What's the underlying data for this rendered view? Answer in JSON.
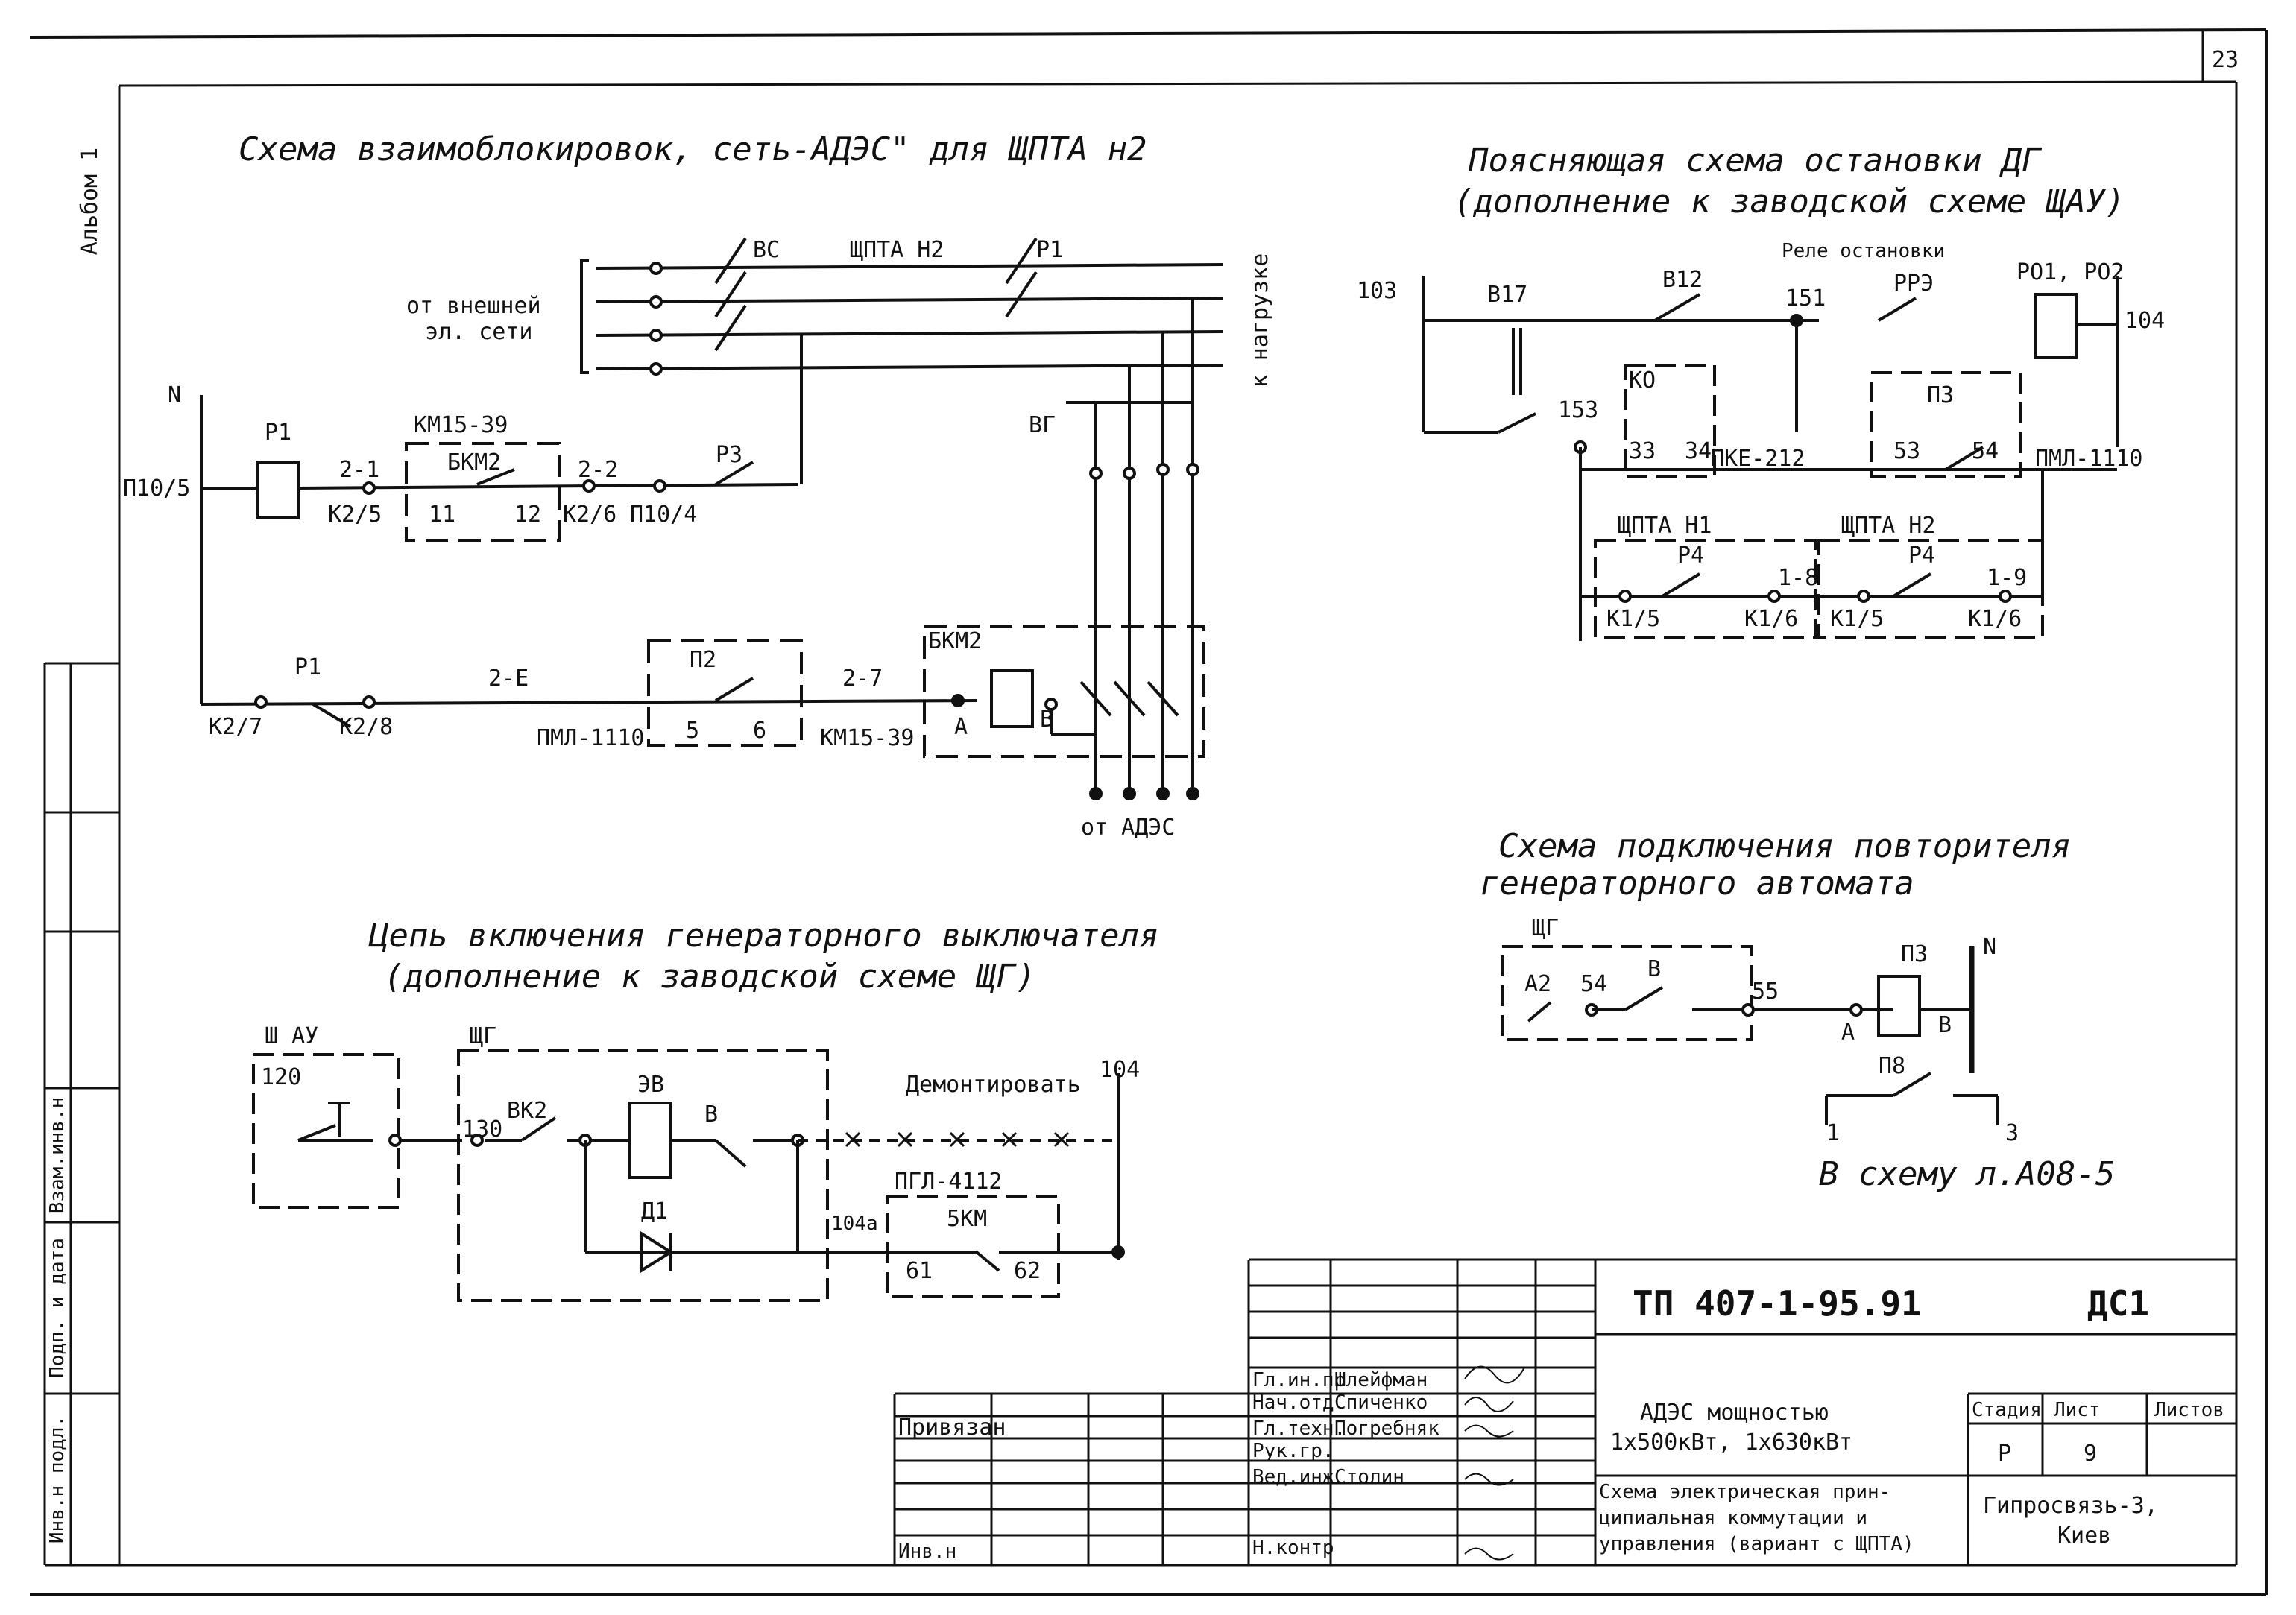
{
  "sheet": {
    "page_number": "23",
    "album": "Альбом 1",
    "side_fields": [
      "Инв.н подл.",
      "Подп. и дата",
      "Взам.инв.н"
    ]
  },
  "diagram1": {
    "title": "Схема взаимоблокировок, сеть-АДЭС\" для ЩПТА н2",
    "source_label_1": "от внешней",
    "source_label_2": "эл. сети",
    "load_label": "к нагрузке",
    "labels": {
      "vs": "ВС",
      "shpta2": "ЩПТА Н2",
      "p1_top": "Р1",
      "vg": "ВГ",
      "n": "N",
      "p1": "Р1",
      "km": "КМ15-39",
      "bkm2": "БКМ2",
      "w21": "2-1",
      "w22": "2-2",
      "p3": "Р3",
      "p105": "П10/5",
      "k25": "К2/5",
      "c11": "11",
      "c12": "12",
      "k26": "К2/6",
      "p104": "П10/4",
      "p1b": "Р1",
      "w26": "2-Е",
      "p2": "П2",
      "w27": "2-7",
      "bkm2b": "БКМ2",
      "k27": "К2/7",
      "k28": "К2/8",
      "c5": "5",
      "c6": "6",
      "pml": "ПМЛ-1110",
      "km2": "КМ15-39",
      "a": "А",
      "b": "В",
      "adesc": "от АДЭС"
    }
  },
  "diagram2": {
    "title_1": "Поясняющая схема остановки ДГ",
    "title_2": "(дополнение к заводской схеме ЩАУ)",
    "labels": {
      "n103": "103",
      "b17": "В17",
      "b12": "В12",
      "relay": "Реле остановки",
      "n151": "151",
      "po1": "РО1, РО2",
      "n104": "104",
      "prp": "РРЭ",
      "ko": "КО",
      "n153": "153",
      "c33": "33",
      "c34": "34",
      "pke": "ПКЕ-212",
      "p3": "П3",
      "c53": "53",
      "c54": "54",
      "pml": "ПМЛ-1110",
      "shpta1": "ЩПТА Н1",
      "shpta2": "ЩПТА Н2",
      "p4a": "Р4",
      "p4b": "Р4",
      "k15a": "К1/5",
      "w18": "1-8",
      "k16a": "К1/6",
      "k15b": "К1/5",
      "w19": "1-9",
      "k16b": "К1/6"
    }
  },
  "diagram3": {
    "title_1": "Схема подключения повторителя",
    "title_2": "генераторного автомата",
    "labels": {
      "shg": "ЩГ",
      "a2": "А2",
      "c54": "54",
      "b": "В",
      "c55": "55",
      "pb": "П3",
      "a": "А",
      "bb": "В",
      "n": "N",
      "pb2": "П8",
      "c1": "1",
      "c3": "3",
      "ref": "В схему л.А08-5"
    }
  },
  "diagram4": {
    "title_1": "Цепь включения генераторного выключателя",
    "title_2": "(дополнение к заводской схеме ЩГ)",
    "labels": {
      "shau": "Ш АУ",
      "c120": "120",
      "shg": "ЩГ",
      "c130": "130",
      "vk2": "ВК2",
      "eb": "ЭВ",
      "b": "В",
      "demont": "Демонтировать",
      "n104": "104",
      "pml": "ПГЛ-4112",
      "bkm": "5КМ",
      "c104a": "104а",
      "c61": "61",
      "c62": "62",
      "d1": "Д1"
    }
  },
  "title_block": {
    "doc_code": "ТП 407-1-95.91",
    "sheet_mark": "ДС1",
    "project_1": "АДЭС мощностью",
    "project_2": "1x500кВт, 1x630кВт",
    "drawing_1": "Схема электрическая прин-",
    "drawing_2": "ципиальная коммутации и",
    "drawing_3": "управления (вариант с ЩПТА)",
    "stage_h": "Стадия",
    "sheet_h": "Лист",
    "sheets_h": "Листов",
    "stage": "Р",
    "sheet_no": "9",
    "org_1": "Гипросвязь-3,",
    "org_2": "Киев",
    "linked": "Привязан",
    "inv": "Инв.н",
    "roles": [
      "Гл.ин.пр",
      "Нач.отд",
      "Гл.техн.",
      "Рук.гр.",
      "Вед.инж",
      "Н.контр"
    ],
    "names": [
      "Шлейфман",
      "Спиченко",
      "Погребняк",
      "",
      "Столин",
      ""
    ]
  }
}
